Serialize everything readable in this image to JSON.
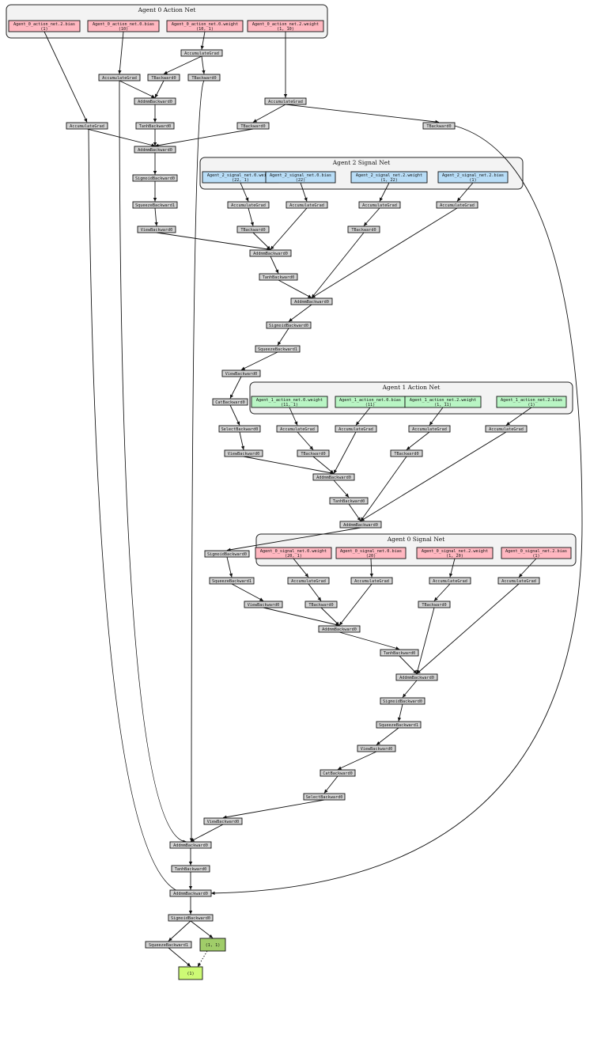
{
  "colors": {
    "op": "#d3d3d3",
    "agent0": "#ffb7c0",
    "agent1": "#b9f5c4",
    "agent2": "#b8ddf7",
    "output_small": "#a0cd69",
    "output_final": "#cdfa75",
    "cluster_bg": "#f3f3f3"
  },
  "clusters": [
    {
      "id": "c_a0_action",
      "label": "Agent 0 Action Net"
    },
    {
      "id": "c_a2_signal",
      "label": "Agent 2 Signal Net"
    },
    {
      "id": "c_a1_action",
      "label": "Agent 1 Action Net"
    },
    {
      "id": "c_a0_signal",
      "label": "Agent 0 Signal Net"
    }
  ],
  "nodes": [
    {
      "id": "a0a_b2",
      "color": "agent0",
      "lines": [
        "Agent_0_action_net.2.bias",
        "(1)"
      ]
    },
    {
      "id": "a0a_b0",
      "color": "agent0",
      "lines": [
        "Agent_0_action_net.0.bias",
        "(10)"
      ]
    },
    {
      "id": "a0a_w0",
      "color": "agent0",
      "lines": [
        "Agent_0_action_net.0.weight",
        "(10, 1)"
      ]
    },
    {
      "id": "a0a_w2",
      "color": "agent0",
      "lines": [
        "Agent_0_action_net.2.weight",
        "(1, 10)"
      ]
    },
    {
      "id": "ag1",
      "color": "op",
      "lines": [
        "AccumulateGrad"
      ]
    },
    {
      "id": "ag2",
      "color": "op",
      "lines": [
        "AccumulateGrad"
      ]
    },
    {
      "id": "tb1",
      "color": "op",
      "lines": [
        "TBackward0"
      ]
    },
    {
      "id": "tb2",
      "color": "op",
      "lines": [
        "TBackward0"
      ]
    },
    {
      "id": "ag3",
      "color": "op",
      "lines": [
        "AccumulateGrad"
      ]
    },
    {
      "id": "am1",
      "color": "op",
      "lines": [
        "AddmmBackward0"
      ]
    },
    {
      "id": "ag4",
      "color": "op",
      "lines": [
        "AccumulateGrad"
      ]
    },
    {
      "id": "th1",
      "color": "op",
      "lines": [
        "TanhBackward0"
      ]
    },
    {
      "id": "tb3",
      "color": "op",
      "lines": [
        "TBackward0"
      ]
    },
    {
      "id": "tb4",
      "color": "op",
      "lines": [
        "TBackward0"
      ]
    },
    {
      "id": "am2",
      "color": "op",
      "lines": [
        "AddmmBackward0"
      ]
    },
    {
      "id": "sg1",
      "color": "op",
      "lines": [
        "SigmoidBackward0"
      ]
    },
    {
      "id": "a2s_w0",
      "color": "agent2",
      "lines": [
        "Agent_2_signal_net.0.weight",
        "(22, 1)"
      ]
    },
    {
      "id": "a2s_b0",
      "color": "agent2",
      "lines": [
        "Agent_2_signal_net.0.bias",
        "(22)"
      ]
    },
    {
      "id": "a2s_w2",
      "color": "agent2",
      "lines": [
        "Agent_2_signal_net.2.weight",
        "(1, 22)"
      ]
    },
    {
      "id": "a2s_b2",
      "color": "agent2",
      "lines": [
        "Agent_2_signal_net.2.bias",
        "(1)"
      ]
    },
    {
      "id": "sq1",
      "color": "op",
      "lines": [
        "SqueezeBackward1"
      ]
    },
    {
      "id": "ag5",
      "color": "op",
      "lines": [
        "AccumulateGrad"
      ]
    },
    {
      "id": "ag6",
      "color": "op",
      "lines": [
        "AccumulateGrad"
      ]
    },
    {
      "id": "ag7",
      "color": "op",
      "lines": [
        "AccumulateGrad"
      ]
    },
    {
      "id": "ag8",
      "color": "op",
      "lines": [
        "AccumulateGrad"
      ]
    },
    {
      "id": "vb1",
      "color": "op",
      "lines": [
        "ViewBackward0"
      ]
    },
    {
      "id": "tb5",
      "color": "op",
      "lines": [
        "TBackward0"
      ]
    },
    {
      "id": "tb6",
      "color": "op",
      "lines": [
        "TBackward0"
      ]
    },
    {
      "id": "am3",
      "color": "op",
      "lines": [
        "AddmmBackward0"
      ]
    },
    {
      "id": "th2",
      "color": "op",
      "lines": [
        "TanhBackward0"
      ]
    },
    {
      "id": "am4",
      "color": "op",
      "lines": [
        "AddmmBackward0"
      ]
    },
    {
      "id": "sg2",
      "color": "op",
      "lines": [
        "SigmoidBackward0"
      ]
    },
    {
      "id": "sq2",
      "color": "op",
      "lines": [
        "SqueezeBackward1"
      ]
    },
    {
      "id": "vb2",
      "color": "op",
      "lines": [
        "ViewBackward0"
      ]
    },
    {
      "id": "a1a_w0",
      "color": "agent1",
      "lines": [
        "Agent_1_action_net.0.weight",
        "(11, 1)"
      ]
    },
    {
      "id": "a1a_b0",
      "color": "agent1",
      "lines": [
        "Agent_1_action_net.0.bias",
        "(11)"
      ]
    },
    {
      "id": "a1a_w2",
      "color": "agent1",
      "lines": [
        "Agent_1_action_net.2.weight",
        "(1, 11)"
      ]
    },
    {
      "id": "a1a_b2",
      "color": "agent1",
      "lines": [
        "Agent_1_action_net.2.bias",
        "(1)"
      ]
    },
    {
      "id": "cb1",
      "color": "op",
      "lines": [
        "CatBackward0"
      ]
    },
    {
      "id": "sl1",
      "color": "op",
      "lines": [
        "SelectBackward0"
      ]
    },
    {
      "id": "ag9",
      "color": "op",
      "lines": [
        "AccumulateGrad"
      ]
    },
    {
      "id": "ag10",
      "color": "op",
      "lines": [
        "AccumulateGrad"
      ]
    },
    {
      "id": "ag11",
      "color": "op",
      "lines": [
        "AccumulateGrad"
      ]
    },
    {
      "id": "ag12",
      "color": "op",
      "lines": [
        "AccumulateGrad"
      ]
    },
    {
      "id": "vb3",
      "color": "op",
      "lines": [
        "ViewBackward0"
      ]
    },
    {
      "id": "tb7",
      "color": "op",
      "lines": [
        "TBackward0"
      ]
    },
    {
      "id": "tb8",
      "color": "op",
      "lines": [
        "TBackward0"
      ]
    },
    {
      "id": "am5",
      "color": "op",
      "lines": [
        "AddmmBackward0"
      ]
    },
    {
      "id": "th3",
      "color": "op",
      "lines": [
        "TanhBackward0"
      ]
    },
    {
      "id": "am6",
      "color": "op",
      "lines": [
        "AddmmBackward0"
      ]
    },
    {
      "id": "sg3",
      "color": "op",
      "lines": [
        "SigmoidBackward0"
      ]
    },
    {
      "id": "a0s_w0",
      "color": "agent0",
      "lines": [
        "Agent_0_signal_net.0.weight",
        "(20, 1)"
      ]
    },
    {
      "id": "a0s_b0",
      "color": "agent0",
      "lines": [
        "Agent_0_signal_net.0.bias",
        "(20)"
      ]
    },
    {
      "id": "a0s_w2",
      "color": "agent0",
      "lines": [
        "Agent_0_signal_net.2.weight",
        "(1, 20)"
      ]
    },
    {
      "id": "a0s_b2",
      "color": "agent0",
      "lines": [
        "Agent_0_signal_net.2.bias",
        "(1)"
      ]
    },
    {
      "id": "sq3",
      "color": "op",
      "lines": [
        "SqueezeBackward1"
      ]
    },
    {
      "id": "ag13",
      "color": "op",
      "lines": [
        "AccumulateGrad"
      ]
    },
    {
      "id": "ag14",
      "color": "op",
      "lines": [
        "AccumulateGrad"
      ]
    },
    {
      "id": "ag15",
      "color": "op",
      "lines": [
        "AccumulateGrad"
      ]
    },
    {
      "id": "ag16",
      "color": "op",
      "lines": [
        "AccumulateGrad"
      ]
    },
    {
      "id": "vb4",
      "color": "op",
      "lines": [
        "ViewBackward0"
      ]
    },
    {
      "id": "tb9",
      "color": "op",
      "lines": [
        "TBackward0"
      ]
    },
    {
      "id": "tb10",
      "color": "op",
      "lines": [
        "TBackward0"
      ]
    },
    {
      "id": "am7",
      "color": "op",
      "lines": [
        "AddmmBackward0"
      ]
    },
    {
      "id": "th4",
      "color": "op",
      "lines": [
        "TanhBackward0"
      ]
    },
    {
      "id": "am8",
      "color": "op",
      "lines": [
        "AddmmBackward0"
      ]
    },
    {
      "id": "sg4",
      "color": "op",
      "lines": [
        "SigmoidBackward0"
      ]
    },
    {
      "id": "sq4",
      "color": "op",
      "lines": [
        "SqueezeBackward1"
      ]
    },
    {
      "id": "vb5",
      "color": "op",
      "lines": [
        "ViewBackward0"
      ]
    },
    {
      "id": "cb2",
      "color": "op",
      "lines": [
        "CatBackward0"
      ]
    },
    {
      "id": "sl2",
      "color": "op",
      "lines": [
        "SelectBackward0"
      ]
    },
    {
      "id": "vb6",
      "color": "op",
      "lines": [
        "ViewBackward0"
      ]
    },
    {
      "id": "am9",
      "color": "op",
      "lines": [
        "AddmmBackward0"
      ]
    },
    {
      "id": "th5",
      "color": "op",
      "lines": [
        "TanhBackward0"
      ]
    },
    {
      "id": "am10",
      "color": "op",
      "lines": [
        "AddmmBackward0"
      ]
    },
    {
      "id": "sg5",
      "color": "op",
      "lines": [
        "SigmoidBackward0"
      ]
    },
    {
      "id": "sq5",
      "color": "op",
      "lines": [
        "SqueezeBackward1"
      ]
    },
    {
      "id": "out_a",
      "color": "output_small",
      "lines": [
        "(1, 1)"
      ]
    },
    {
      "id": "out_final",
      "color": "output_final",
      "lines": [
        "(1)"
      ]
    }
  ],
  "edges": [
    {
      "from": "a0a_b2",
      "to": "ag4"
    },
    {
      "from": "a0a_b0",
      "to": "ag1"
    },
    {
      "from": "a0a_w0",
      "to": "ag2"
    },
    {
      "from": "a0a_w2",
      "to": "ag3"
    },
    {
      "from": "ag2",
      "to": "tb1"
    },
    {
      "from": "ag2",
      "to": "tb2"
    },
    {
      "from": "ag1",
      "to": "am1"
    },
    {
      "from": "tb1",
      "to": "am1"
    },
    {
      "from": "am1",
      "to": "th1"
    },
    {
      "from": "ag3",
      "to": "tb3"
    },
    {
      "from": "ag3",
      "to": "tb4"
    },
    {
      "from": "ag4",
      "to": "am2"
    },
    {
      "from": "th1",
      "to": "am2"
    },
    {
      "from": "tb3",
      "to": "am2"
    },
    {
      "from": "am2",
      "to": "sg1"
    },
    {
      "from": "sg1",
      "to": "sq1"
    },
    {
      "from": "sq1",
      "to": "vb1"
    },
    {
      "from": "a2s_w0",
      "to": "ag5"
    },
    {
      "from": "a2s_b0",
      "to": "ag6"
    },
    {
      "from": "a2s_w2",
      "to": "ag7"
    },
    {
      "from": "a2s_b2",
      "to": "ag8"
    },
    {
      "from": "ag5",
      "to": "tb5"
    },
    {
      "from": "ag7",
      "to": "tb6"
    },
    {
      "from": "vb1",
      "to": "am3"
    },
    {
      "from": "tb5",
      "to": "am3"
    },
    {
      "from": "ag6",
      "to": "am3"
    },
    {
      "from": "am3",
      "to": "th2"
    },
    {
      "from": "th2",
      "to": "am4"
    },
    {
      "from": "tb6",
      "to": "am4"
    },
    {
      "from": "ag8",
      "to": "am4"
    },
    {
      "from": "am4",
      "to": "sg2"
    },
    {
      "from": "sg2",
      "to": "sq2"
    },
    {
      "from": "sq2",
      "to": "vb2"
    },
    {
      "from": "vb2",
      "to": "cb1"
    },
    {
      "from": "cb1",
      "to": "sl1"
    },
    {
      "from": "sl1",
      "to": "vb3"
    },
    {
      "from": "a1a_w0",
      "to": "ag9"
    },
    {
      "from": "a1a_b0",
      "to": "ag10"
    },
    {
      "from": "a1a_w2",
      "to": "ag11"
    },
    {
      "from": "a1a_b2",
      "to": "ag12"
    },
    {
      "from": "ag9",
      "to": "tb7"
    },
    {
      "from": "ag11",
      "to": "tb8"
    },
    {
      "from": "vb3",
      "to": "am5"
    },
    {
      "from": "tb7",
      "to": "am5"
    },
    {
      "from": "ag10",
      "to": "am5"
    },
    {
      "from": "am5",
      "to": "th3"
    },
    {
      "from": "th3",
      "to": "am6"
    },
    {
      "from": "tb8",
      "to": "am6"
    },
    {
      "from": "ag12",
      "to": "am6"
    },
    {
      "from": "am6",
      "to": "sg3"
    },
    {
      "from": "sg3",
      "to": "sq3"
    },
    {
      "from": "sq3",
      "to": "vb4"
    },
    {
      "from": "a0s_w0",
      "to": "ag13"
    },
    {
      "from": "a0s_b0",
      "to": "ag14"
    },
    {
      "from": "a0s_w2",
      "to": "ag15"
    },
    {
      "from": "a0s_b2",
      "to": "ag16"
    },
    {
      "from": "ag13",
      "to": "tb9"
    },
    {
      "from": "ag15",
      "to": "tb10"
    },
    {
      "from": "vb4",
      "to": "am7"
    },
    {
      "from": "tb9",
      "to": "am7"
    },
    {
      "from": "ag14",
      "to": "am7"
    },
    {
      "from": "am7",
      "to": "th4"
    },
    {
      "from": "th4",
      "to": "am8"
    },
    {
      "from": "tb10",
      "to": "am8"
    },
    {
      "from": "ag16",
      "to": "am8"
    },
    {
      "from": "am8",
      "to": "sg4"
    },
    {
      "from": "sg4",
      "to": "sq4"
    },
    {
      "from": "sq4",
      "to": "vb5"
    },
    {
      "from": "vb5",
      "to": "cb2"
    },
    {
      "from": "cb2",
      "to": "sl2"
    },
    {
      "from": "sl2",
      "to": "vb6"
    },
    {
      "from": "ag1",
      "to": "am9"
    },
    {
      "from": "tb2",
      "to": "am9"
    },
    {
      "from": "vb6",
      "to": "am9"
    },
    {
      "from": "am9",
      "to": "th5"
    },
    {
      "from": "ag4",
      "to": "am10"
    },
    {
      "from": "th5",
      "to": "am10"
    },
    {
      "from": "tb4",
      "to": "am10"
    },
    {
      "from": "am10",
      "to": "sg5"
    },
    {
      "from": "sg5",
      "to": "sq5"
    },
    {
      "from": "sg5",
      "to": "out_a"
    },
    {
      "from": "sq5",
      "to": "out_final"
    },
    {
      "from": "out_a",
      "to": "out_final",
      "style": "dotted"
    }
  ]
}
